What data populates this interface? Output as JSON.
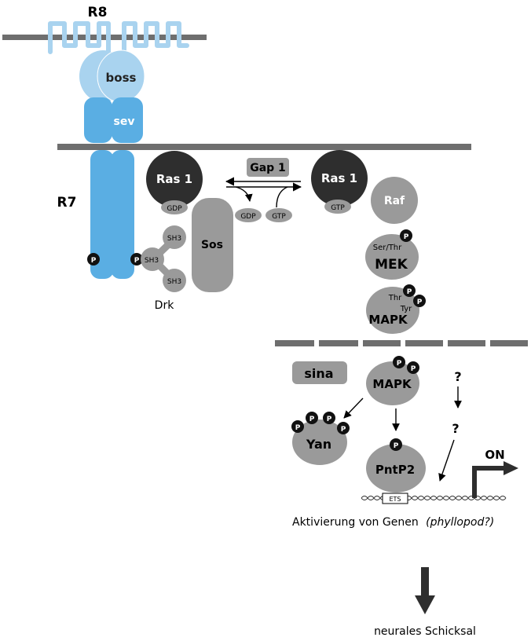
{
  "labels": {
    "r8": "R8",
    "r7": "R7",
    "boss": "boss",
    "sev": "sev",
    "ras_left": "Ras 1",
    "ras_right": "Ras 1",
    "gdp_bound": "GDP",
    "gtp_bound": "GTP",
    "gap1": "Gap 1",
    "gdp_free": "GDP",
    "gtp_free": "GTP",
    "sos": "Sos",
    "sh3_top": "SH3",
    "sh3_mid": "SH3",
    "sh3_bottom": "SH3",
    "drk": "Drk",
    "raf": "Raf",
    "mek_sites": "Ser/Thr",
    "mek": "MEK",
    "mapk_thr": "Thr",
    "mapk_tyr": "Tyr",
    "mapk_cyto": "MAPK",
    "sina": "sina",
    "mapk_nuc": "MAPK",
    "yan": "Yan",
    "pntp2": "PntP2",
    "question_1": "?",
    "question_2": "?",
    "ets": "ETS",
    "on": "ON",
    "phospho": "P",
    "gene_activation": "Aktivierung von Genen",
    "gene_name": "(phyllopod?)",
    "fate": "neurales Schicksal"
  },
  "colors": {
    "boss": "#a9d3ef",
    "sev": "#5aaee3",
    "protein": "#9a9a9a",
    "ras": "#2e2e2e",
    "membrane": "#6e6e6e"
  }
}
